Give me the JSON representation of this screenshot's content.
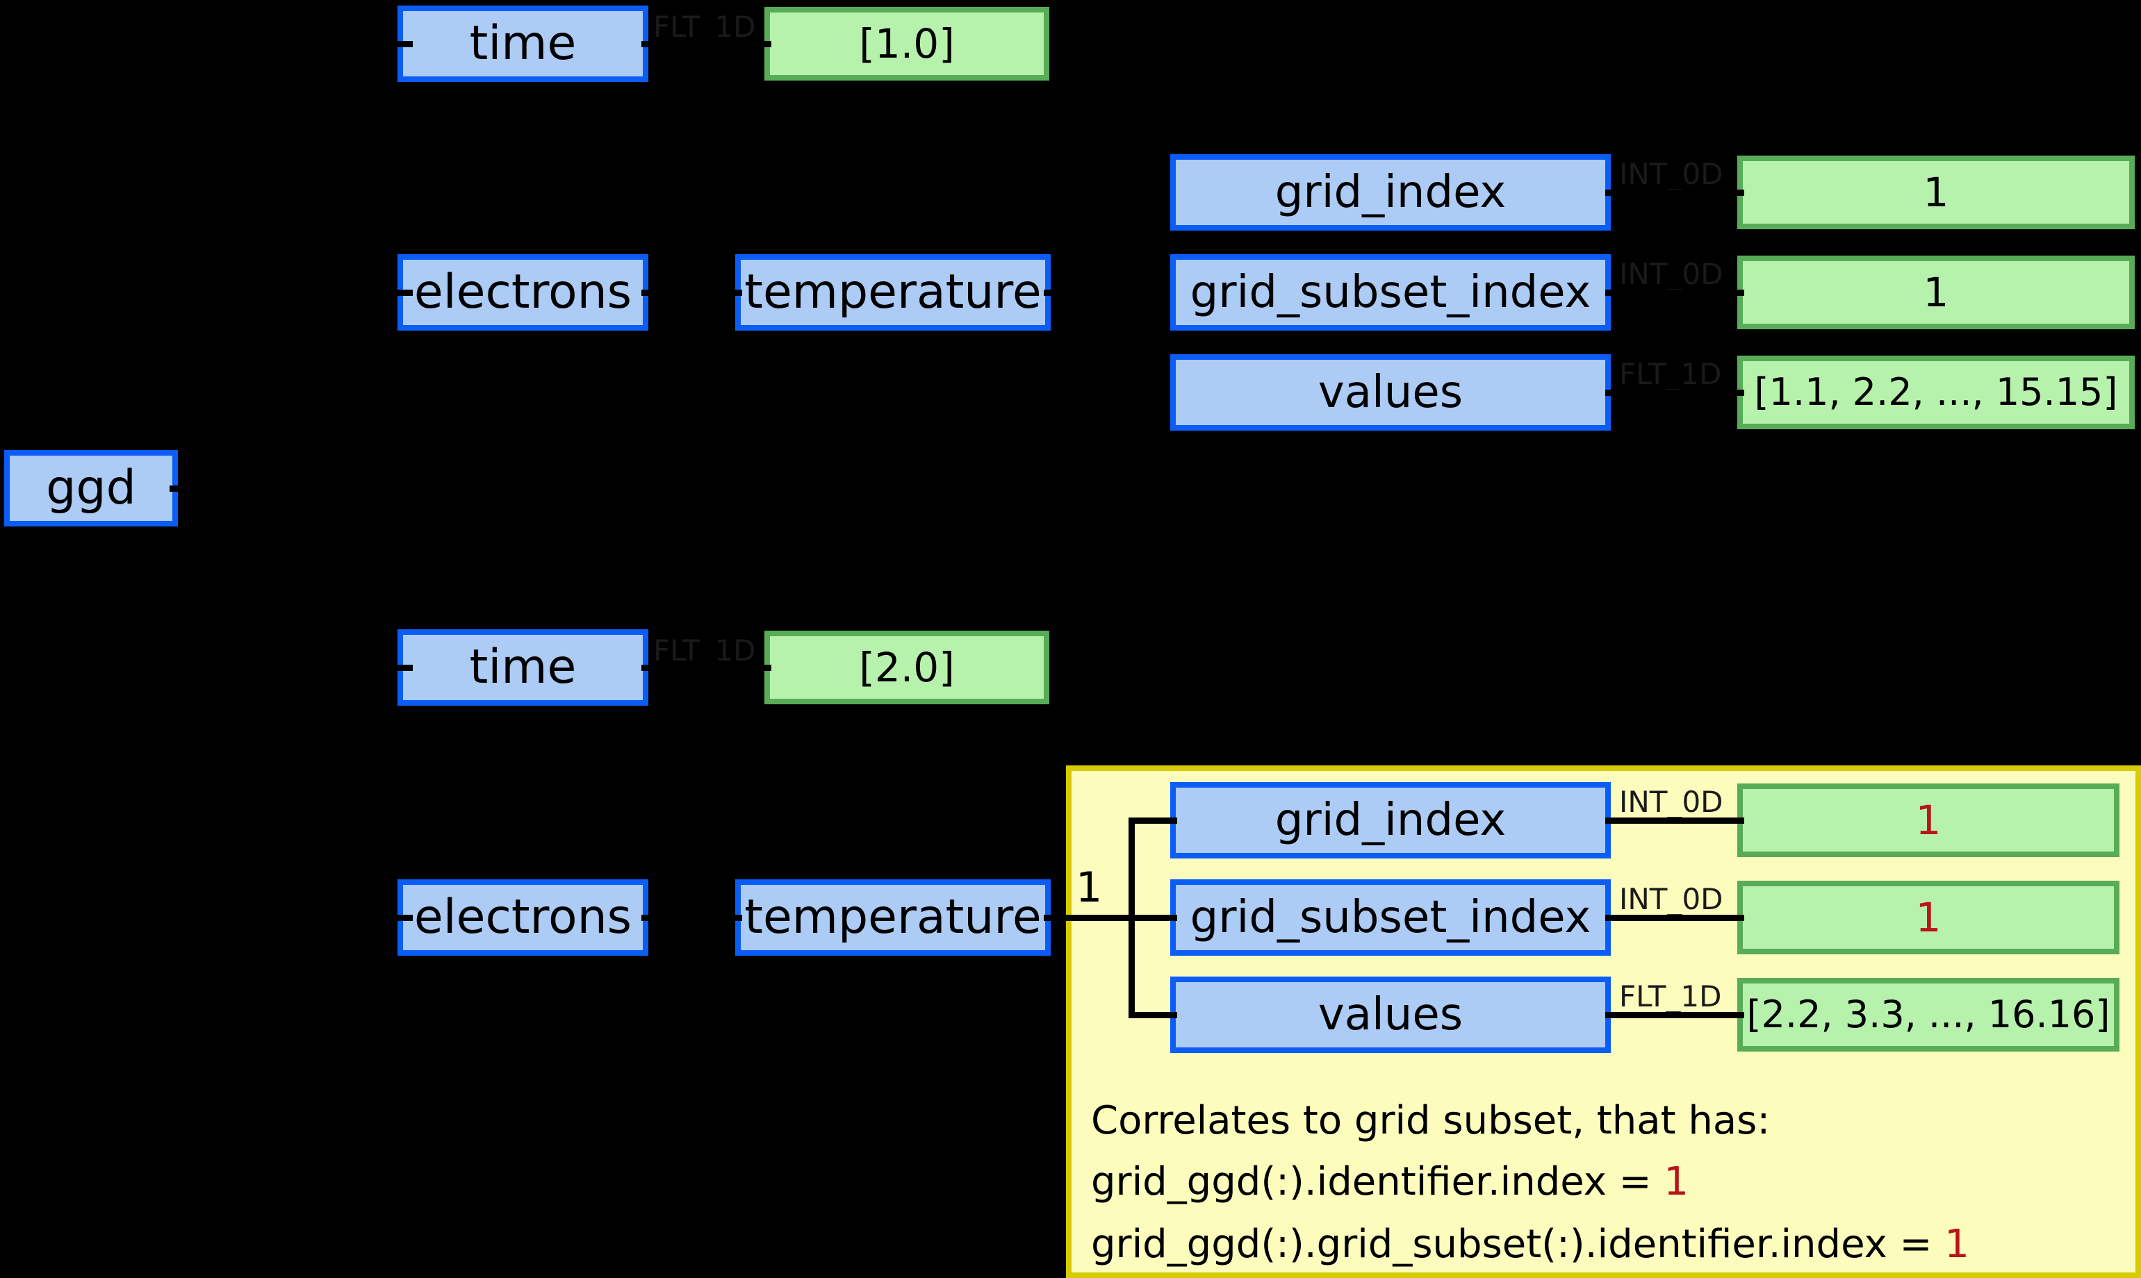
{
  "root": {
    "label": "ggd"
  },
  "slices": [
    {
      "time": {
        "label": "time",
        "type": "FLT_1D",
        "value": "[1.0]"
      },
      "electrons": {
        "label": "electrons"
      },
      "temperature": {
        "label": "temperature"
      },
      "fields": [
        {
          "label": "grid_index",
          "type": "INT_0D",
          "value": "1"
        },
        {
          "label": "grid_subset_index",
          "type": "INT_0D",
          "value": "1"
        },
        {
          "label": "values",
          "type": "FLT_1D",
          "value": "[1.1, 2.2, ..., 15.15]"
        }
      ]
    },
    {
      "time": {
        "label": "time",
        "type": "FLT_1D",
        "value": "[2.0]"
      },
      "electrons": {
        "label": "electrons"
      },
      "temperature": {
        "label": "temperature"
      },
      "multiplicity": "1",
      "fields": [
        {
          "label": "grid_index",
          "type": "INT_0D",
          "value": "1"
        },
        {
          "label": "grid_subset_index",
          "type": "INT_0D",
          "value": "1"
        },
        {
          "label": "values",
          "type": "FLT_1D",
          "value": "[2.2, 3.3, ..., 16.16]"
        }
      ],
      "note": {
        "line1": "Correlates to grid subset, that has:",
        "line2_text": "grid_ggd(:).identifier.index = ",
        "line2_value": "1",
        "line3_text": "grid_ggd(:).grid_subset(:).identifier.index = ",
        "line3_value": "1"
      }
    }
  ],
  "colors": {
    "background": "#000000",
    "node_border": "#0b5df6",
    "node_fill": "#accbf5",
    "value_border": "#58ac58",
    "value_fill": "#b6f2ac",
    "panel_fill": "#fcfcbd",
    "panel_border": "#d5cb00",
    "highlight_text": "#b91418",
    "type_label": "#1a1a1a"
  }
}
